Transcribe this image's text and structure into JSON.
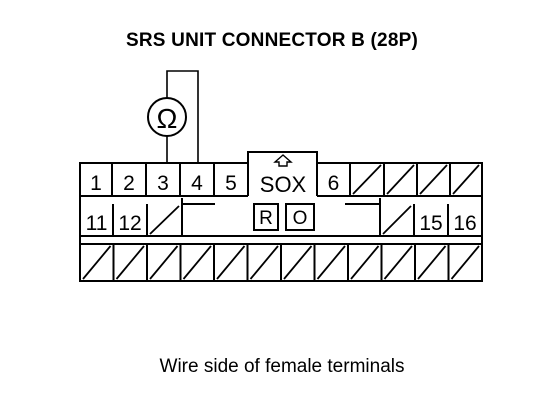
{
  "title": "SRS UNIT CONNECTOR B (28P)",
  "caption": "Wire side of female terminals",
  "meter_symbol": "Ω",
  "center_label": "SOX",
  "center_pins": [
    "R",
    "O"
  ],
  "icons": [
    "ohmmeter-icon",
    "lock-tab-arrow-icon"
  ],
  "top_row": [
    "1",
    "2",
    "3",
    "4",
    "5",
    "",
    "6",
    "",
    "",
    "",
    ""
  ],
  "middle_row": [
    "11",
    "12",
    "",
    "",
    "15",
    "16"
  ],
  "bottom_row": [
    "",
    "",
    "",
    "",
    "",
    "",
    "",
    "",
    "",
    "",
    "",
    ""
  ],
  "probe_pins": [
    "3",
    "4"
  ]
}
